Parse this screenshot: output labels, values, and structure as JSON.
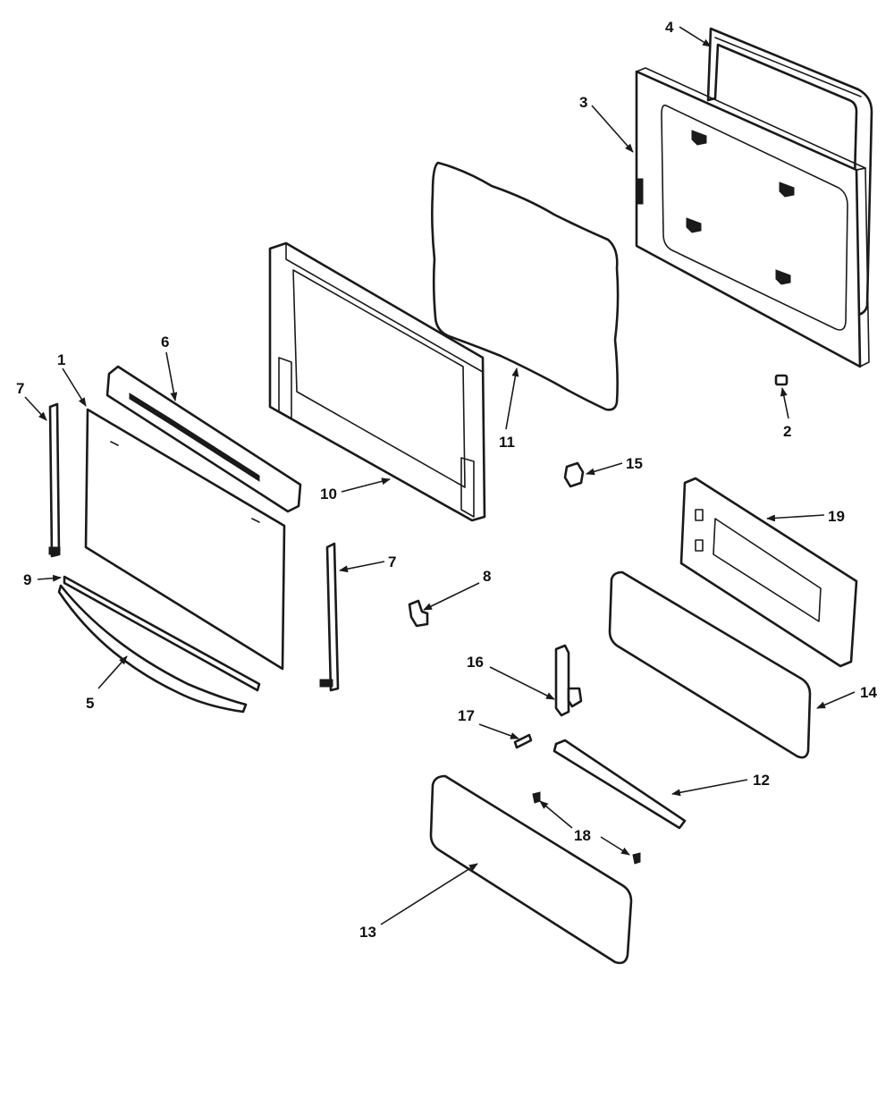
{
  "callouts": {
    "c1": "1",
    "c2": "2",
    "c3": "3",
    "c4": "4",
    "c5": "5",
    "c6": "6",
    "c7a": "7",
    "c7b": "7",
    "c8": "8",
    "c9": "9",
    "c10": "10",
    "c11": "11",
    "c12": "12",
    "c13": "13",
    "c14": "14",
    "c15": "15",
    "c16": "16",
    "c17": "17",
    "c18": "18",
    "c19": "19"
  },
  "colors": {
    "line": "#1a1a1a",
    "background": "#ffffff"
  }
}
